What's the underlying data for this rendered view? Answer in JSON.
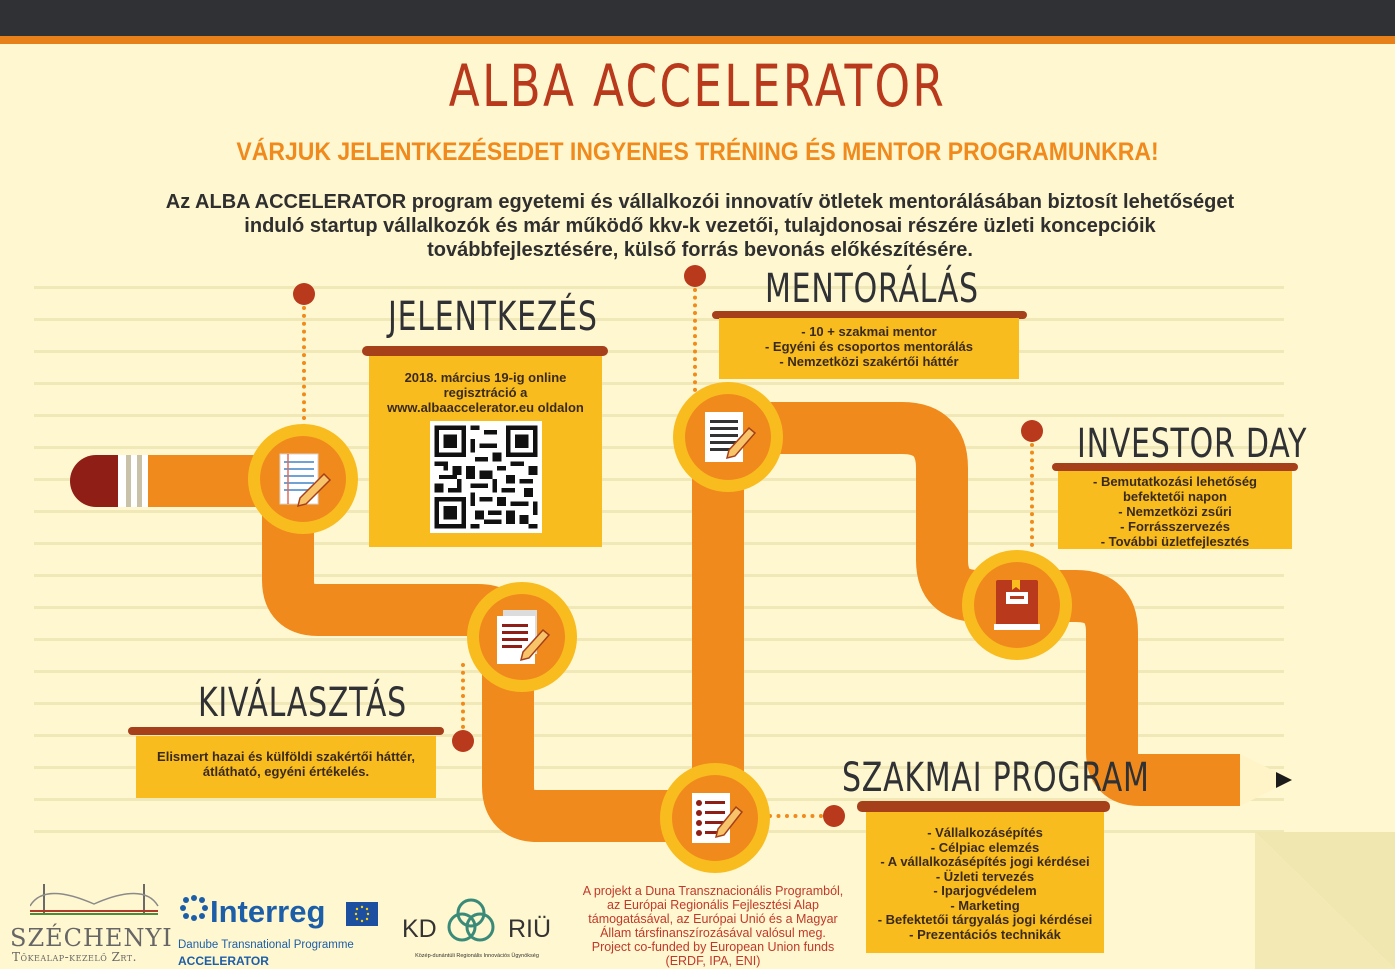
{
  "title": "ALBA ACCELERATOR",
  "subtitle": "VÁRJUK JELENTKEZÉSEDET INGYENES TRÉNING ÉS MENTOR PROGRAMUNKRA!",
  "intro": "Az ALBA ACCELERATOR program egyetemi és vállalkozói innovatív ötletek mentorálásában biztosít lehetőséget induló startup vállalkozók és már működő kkv-k vezetői, tulajdonosai részére üzleti koncepcióik továbbfejlesztésére, külső forrás bevonás előkészítésére.",
  "colors": {
    "accent": "#f08a1c",
    "brand": "#b8391b",
    "box": "#f9bc1f",
    "background": "#fff7cf",
    "dark": "#2f3134"
  },
  "steps": {
    "jelentkezes": {
      "heading": "JELENTKEZÉS",
      "text_lines": [
        "2018. március 19-ig online",
        "regisztráció a",
        "www.albaaccelerator.eu oldalon"
      ],
      "icon": "notepad-pencil-icon"
    },
    "kivalasztas": {
      "heading": "KIVÁLASZTÁS",
      "text_lines": [
        "Elismert hazai és külföldi szakértői háttér,",
        "átlátható, egyéni értékelés."
      ],
      "icon": "documents-pencil-icon"
    },
    "mentoralas": {
      "heading": "MENTORÁLÁS",
      "items": [
        "- 10 + szakmai mentor",
        "- Egyéni és csoportos mentorálás",
        "- Nemzetközi szakértői háttér"
      ],
      "icon": "document-pencil-icon"
    },
    "szakmai_program": {
      "heading": "SZAKMAI PROGRAM",
      "items": [
        "- Vállalkozásépítés",
        "- Célpiac elemzés",
        "- A vállalkozásépítés jogi kérdései",
        "- Üzleti tervezés",
        "- Iparjogvédelem",
        "- Marketing",
        "- Befektetői tárgyalás jogi kérdései",
        "- Prezentációs technikák"
      ],
      "icon": "checklist-pencil-icon"
    },
    "investor_day": {
      "heading": "INVESTOR DAY",
      "items": [
        "- Bemutatkozási lehetőség",
        "befektetői napon",
        "- Nemzetközi zsűri",
        "- Forrásszervezés",
        "- További üzletfejlesztés"
      ],
      "icon": "book-icon"
    }
  },
  "footer": {
    "funding_lines": [
      "A projekt a Duna Transznacionális Programból,",
      "az Európai Regionális Fejlesztési Alap",
      "támogatásával, az Európai Unió és a Magyar",
      "Állam társfinanszírozásával valósul meg.",
      "Project co-funded by European Union funds",
      "(ERDF, IPA, ENI)"
    ],
    "logos": {
      "szechenyi": {
        "line1": "SZÉCHENYI",
        "line2": "Tőkealap-kezelő Zrt."
      },
      "interreg": {
        "name": "Interreg",
        "program": "Danube Transnational Programme",
        "project": "ACCELERATOR"
      },
      "kdriu": {
        "left": "KD",
        "right": "RIÜ",
        "tagline": "Közép-dunántúli Regionális Innovációs Ügynökség"
      }
    }
  }
}
